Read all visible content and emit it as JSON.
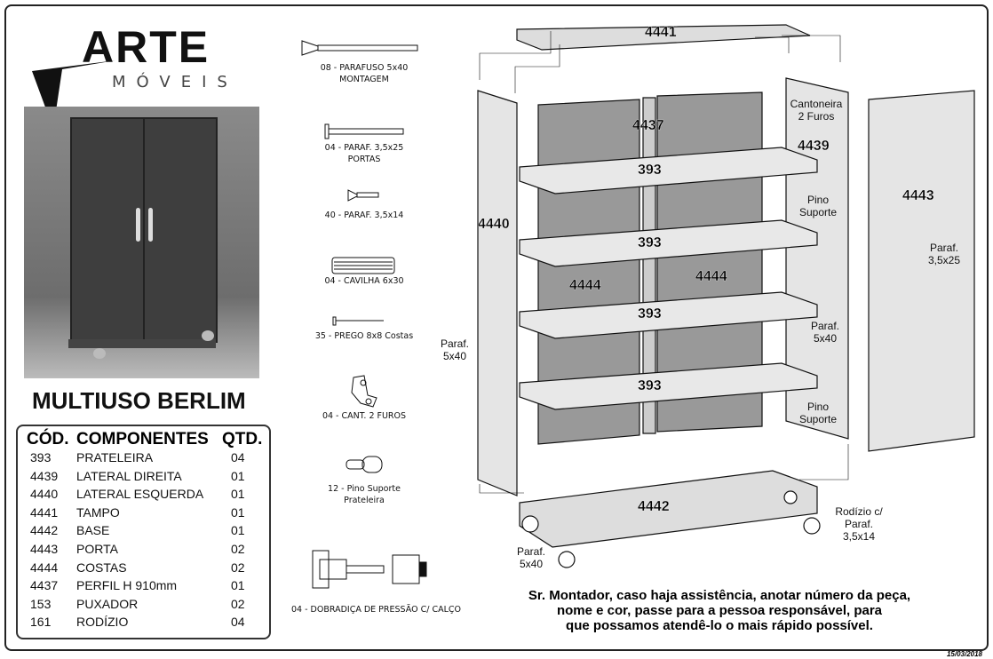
{
  "brand": {
    "name": "ARTE",
    "sub": "MÓVEIS"
  },
  "product_title": "MULTIUSO BERLIM",
  "table": {
    "headers": [
      "CÓD.",
      "COMPONENTES",
      "QTD."
    ],
    "rows": [
      [
        "393",
        "PRATELEIRA",
        "04"
      ],
      [
        "4439",
        "LATERAL DIREITA",
        "01"
      ],
      [
        "4440",
        "LATERAL ESQUERDA",
        "01"
      ],
      [
        "4441",
        "TAMPO",
        "01"
      ],
      [
        "4442",
        "BASE",
        "01"
      ],
      [
        "4443",
        "PORTA",
        "02"
      ],
      [
        "4444",
        "COSTAS",
        "02"
      ],
      [
        "4437",
        "PERFIL H 910mm",
        "01"
      ],
      [
        "153",
        "PUXADOR",
        "02"
      ],
      [
        "161",
        "RODÍZIO",
        "04"
      ]
    ]
  },
  "hardware": [
    {
      "l1": "08 - PARAFUSO 5x40",
      "l2": "MONTAGEM"
    },
    {
      "l1": "04  - PARAF. 3,5x25",
      "l2": "PORTAS"
    },
    {
      "l1": "40  - PARAF. 3,5x14",
      "l2": ""
    },
    {
      "l1": "04 - CAVILHA 6x30",
      "l2": ""
    },
    {
      "l1": "35 - PREGO 8x8 Costas",
      "l2": ""
    },
    {
      "l1": "04 - CANT. 2  FUROS",
      "l2": ""
    },
    {
      "l1": "12 - Pino Suporte",
      "l2": "Prateleira"
    },
    {
      "l1": "04 - DOBRADIÇA DE PRESSÃO C/ CALÇO",
      "l2": ""
    }
  ],
  "diagram": {
    "tampo": "4441",
    "perfil": "4437",
    "lat_dir": "4439",
    "lat_esq": "4440",
    "porta": "4443",
    "costas": "4444",
    "base": "4442",
    "shelf": "393",
    "notes": {
      "cantoneira": "Cantoneira 2 Furos",
      "pino": "Pino Suporte",
      "paraf540": "Paraf. 5x40",
      "paraf3525": "Paraf. 3,5x25",
      "rodizio": "Rodízio c/ Paraf. 3,5x14"
    }
  },
  "message": [
    "Sr. Montador, caso haja assistência, anotar número da peça,",
    "nome e cor, passe para a pessoa responsável, para",
    "que possamos atendê-lo o mais rápido possível."
  ],
  "date": "15/03/2018"
}
